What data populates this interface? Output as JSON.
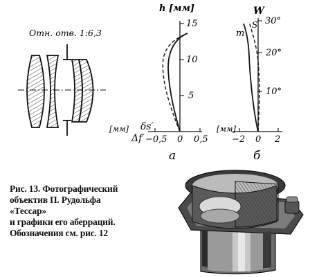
{
  "lens_diagram": {
    "aperture_label": "Отн. отв. 1:6,3"
  },
  "plot_a": {
    "y_axis_label": "h [мм]",
    "y_ticks": [
      "15",
      "10",
      "5"
    ],
    "x_unit": "[мм]",
    "x_label_top": "δs′",
    "x_label_bottom": "Δf′",
    "x_ticks": [
      "−0,5",
      "0",
      "0,5"
    ],
    "panel_label": "а"
  },
  "plot_b": {
    "y_axis_label": "W",
    "y_ticks": [
      "30°",
      "20°",
      "10°"
    ],
    "x_unit": "[мм]",
    "x_ticks": [
      "−2",
      "0",
      "2"
    ],
    "curve_label_m": "m",
    "curve_label_s": "S",
    "panel_label": "б"
  },
  "caption": {
    "line1": "Рис. 13. Фотографический",
    "line2": "объектив П. Рудольфа",
    "line3": "«Тессар»",
    "line4": "и графики его аберраций.",
    "line5": "Обозначения см. рис. 12"
  }
}
